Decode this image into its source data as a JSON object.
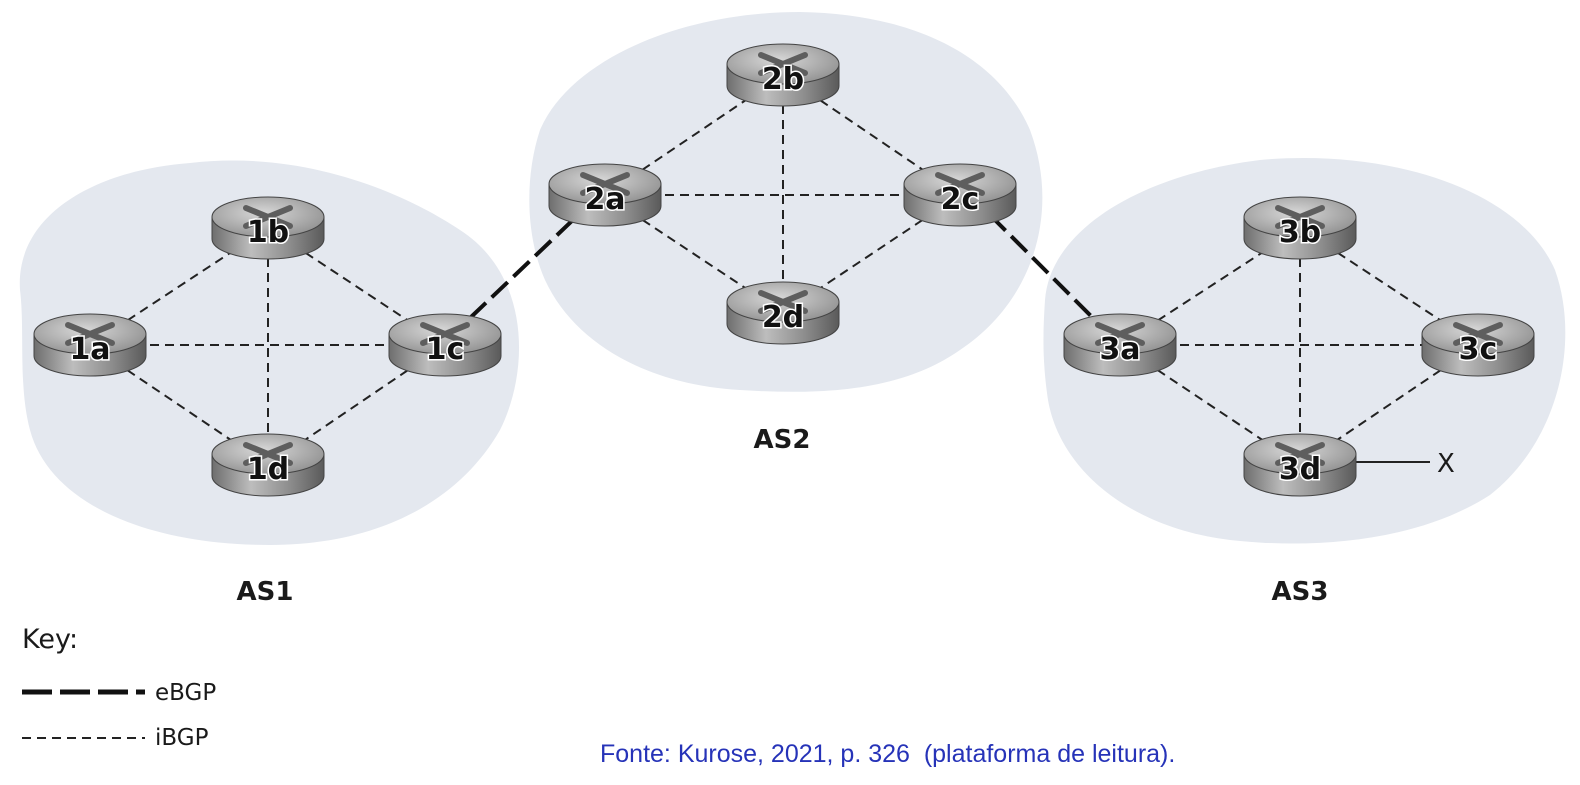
{
  "autonomous_systems": [
    {
      "id": "AS1",
      "label": "AS1"
    },
    {
      "id": "AS2",
      "label": "AS2"
    },
    {
      "id": "AS3",
      "label": "AS3"
    }
  ],
  "routers": {
    "r1a": "1a",
    "r1b": "1b",
    "r1c": "1c",
    "r1d": "1d",
    "r2a": "2a",
    "r2b": "2b",
    "r2c": "2c",
    "r2d": "2d",
    "r3a": "3a",
    "r3b": "3b",
    "r3c": "3c",
    "r3d": "3d"
  },
  "links": {
    "ebgp": [
      [
        "1c",
        "2a"
      ],
      [
        "2c",
        "3a"
      ]
    ],
    "ibgp": [
      [
        "1a",
        "1b"
      ],
      [
        "1a",
        "1c"
      ],
      [
        "1a",
        "1d"
      ],
      [
        "1b",
        "1c"
      ],
      [
        "1b",
        "1d"
      ],
      [
        "1c",
        "1d"
      ],
      [
        "2a",
        "2b"
      ],
      [
        "2a",
        "2c"
      ],
      [
        "2a",
        "2d"
      ],
      [
        "2b",
        "2c"
      ],
      [
        "2b",
        "2d"
      ],
      [
        "2c",
        "2d"
      ],
      [
        "3a",
        "3b"
      ],
      [
        "3a",
        "3c"
      ],
      [
        "3a",
        "3d"
      ],
      [
        "3b",
        "3c"
      ],
      [
        "3b",
        "3d"
      ],
      [
        "3c",
        "3d"
      ]
    ]
  },
  "external_destination": {
    "attached_to": "3d",
    "label": "X"
  },
  "key": {
    "title": "Key:",
    "ebgp_label": "eBGP",
    "ibgp_label": "iBGP"
  },
  "source": "Fonte: Kurose, 2021, p. 326  (plataforma de leitura).",
  "colors": {
    "cloud": "#e4e8ef",
    "source_text": "#2633b8",
    "router_body": "#9a9a9a"
  }
}
